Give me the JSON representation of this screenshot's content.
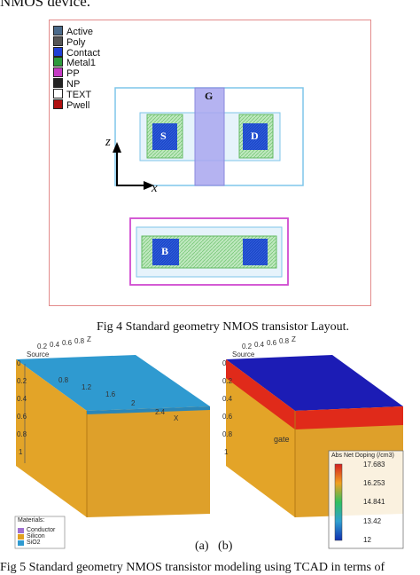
{
  "top_text": "NMOS device.",
  "legend": [
    {
      "label": "Active",
      "color": "#4a6a8a"
    },
    {
      "label": "Poly",
      "color": "#555555"
    },
    {
      "label": "Contact",
      "color": "#1f3fd6"
    },
    {
      "label": "Metal1",
      "color": "#2c9a3c"
    },
    {
      "label": "PP",
      "color": "#c43bc4"
    },
    {
      "label": "NP",
      "color": "#222222"
    },
    {
      "label": "TEXT",
      "color": "#ffffff"
    },
    {
      "label": "Pwell",
      "color": "#b01010"
    }
  ],
  "layout": {
    "gate_label": "G",
    "source_label": "S",
    "drain_label": "D",
    "bulk_label": "B",
    "axis_z": "z",
    "axis_x": "x"
  },
  "caption1": "Fig 4 Standard geometry NMOS transistor Layout.",
  "tcad_left": {
    "axis_top": [
      "0.2",
      "0.4",
      "0.6",
      "0.8",
      "Z"
    ],
    "top_labels": [
      "0.8",
      "1.2",
      "1.6",
      "2",
      "2.4"
    ],
    "end_label": "X",
    "side_ticks": [
      "0",
      "0.2",
      "0.4",
      "0.6",
      "0.8",
      "1"
    ],
    "source_label": "Source"
  },
  "tcad_right": {
    "axis_top": [
      "0.2",
      "0.4",
      "0.6",
      "0.8",
      "Z"
    ],
    "gate_label": "gate",
    "source_label": "Source",
    "side_ticks": [
      "0",
      "0.2",
      "0.4",
      "0.6",
      "0.8",
      "1"
    ]
  },
  "materials": {
    "title": "Materials:",
    "items": [
      {
        "label": "Conductor",
        "color": "#a070d0"
      },
      {
        "label": "Silicon",
        "color": "#e0a020"
      },
      {
        "label": "SiO2",
        "color": "#2f9ad0"
      }
    ]
  },
  "colorbar": {
    "title": "Abs Net Doping (/cm3)",
    "ticks": [
      "17.683",
      "16.253",
      "14.841",
      "13.42",
      "12"
    ]
  },
  "sub_labels": "(a)   (b)",
  "caption2": "Fig 5 Standard geometry NMOS transistor modeling using TCAD in terms of"
}
